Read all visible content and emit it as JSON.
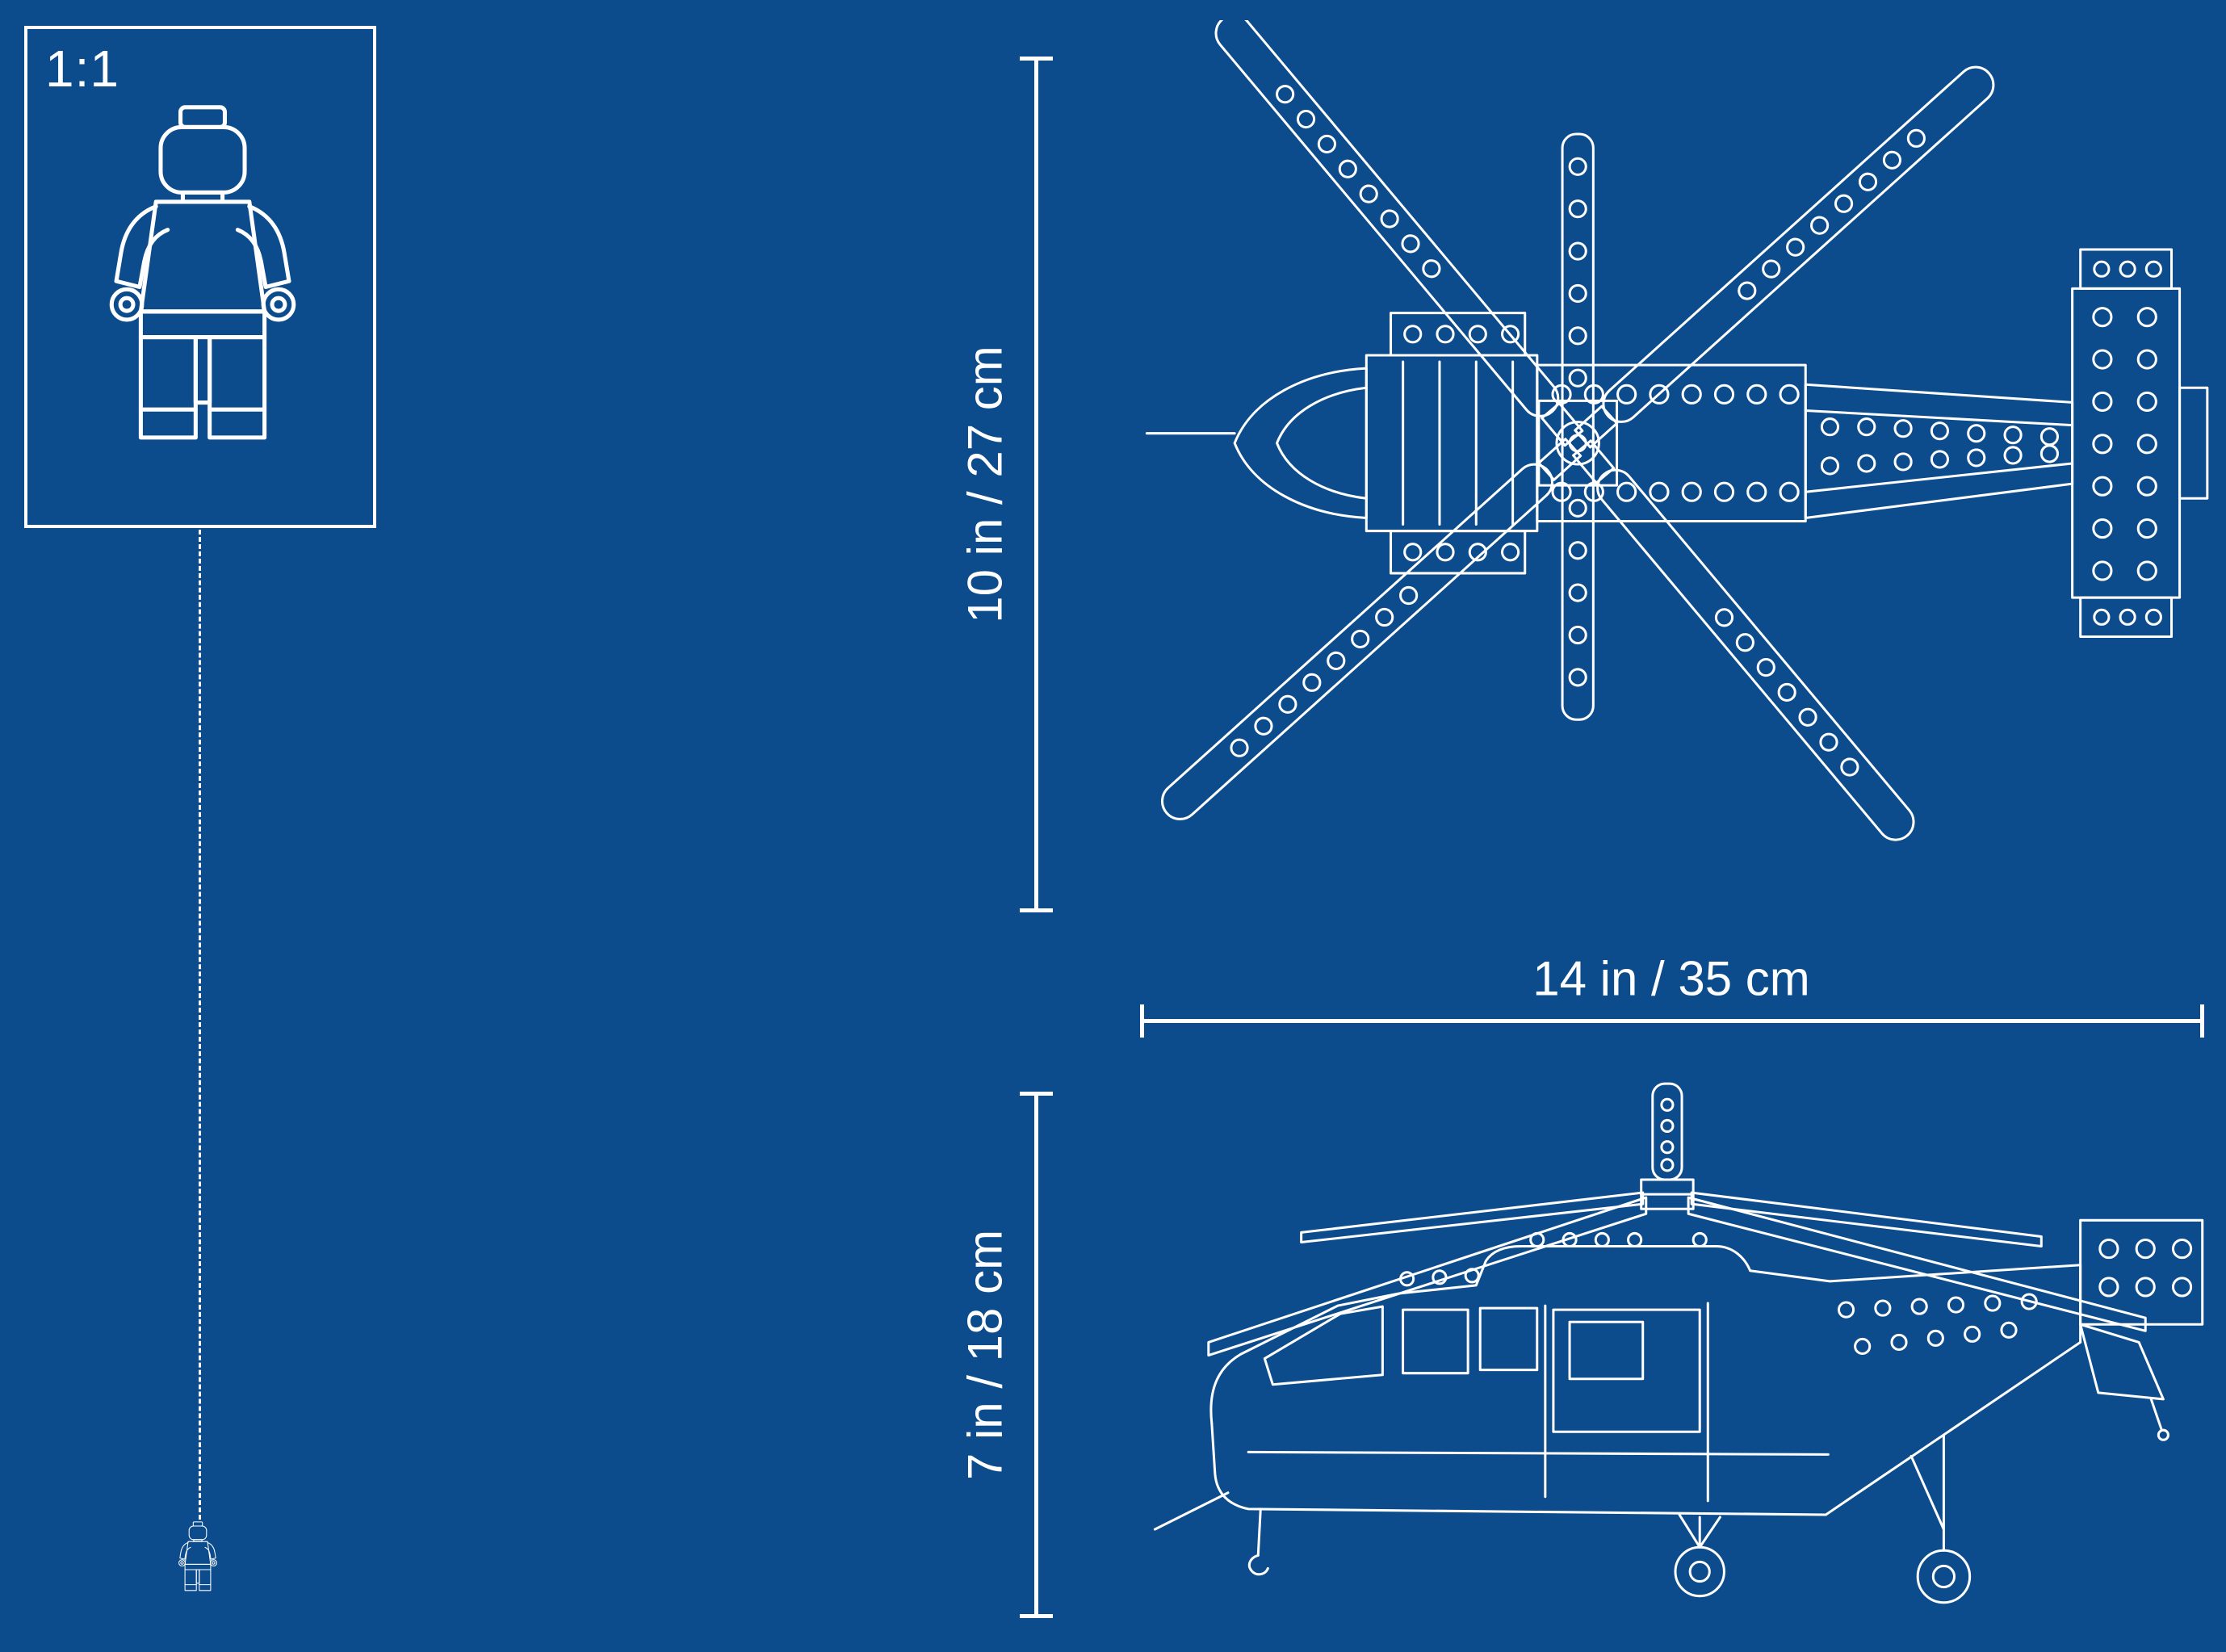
{
  "colors": {
    "background": "#0d4c8c",
    "line": "#ffffff"
  },
  "scale_box": {
    "label": "1:1",
    "figure": "lego-minifigure-outline"
  },
  "figures": {
    "large_minifigure": "lego-minifigure-outline",
    "small_minifigure": "lego-minifigure-outline-small",
    "top_view": "helicopter-top-view-line-art",
    "side_view": "helicopter-side-view-line-art"
  },
  "dimensions": {
    "top_view_height": "10 in / 27 cm",
    "top_view_width": "14 in / 35 cm",
    "side_view_height": "7 in / 18 cm"
  }
}
